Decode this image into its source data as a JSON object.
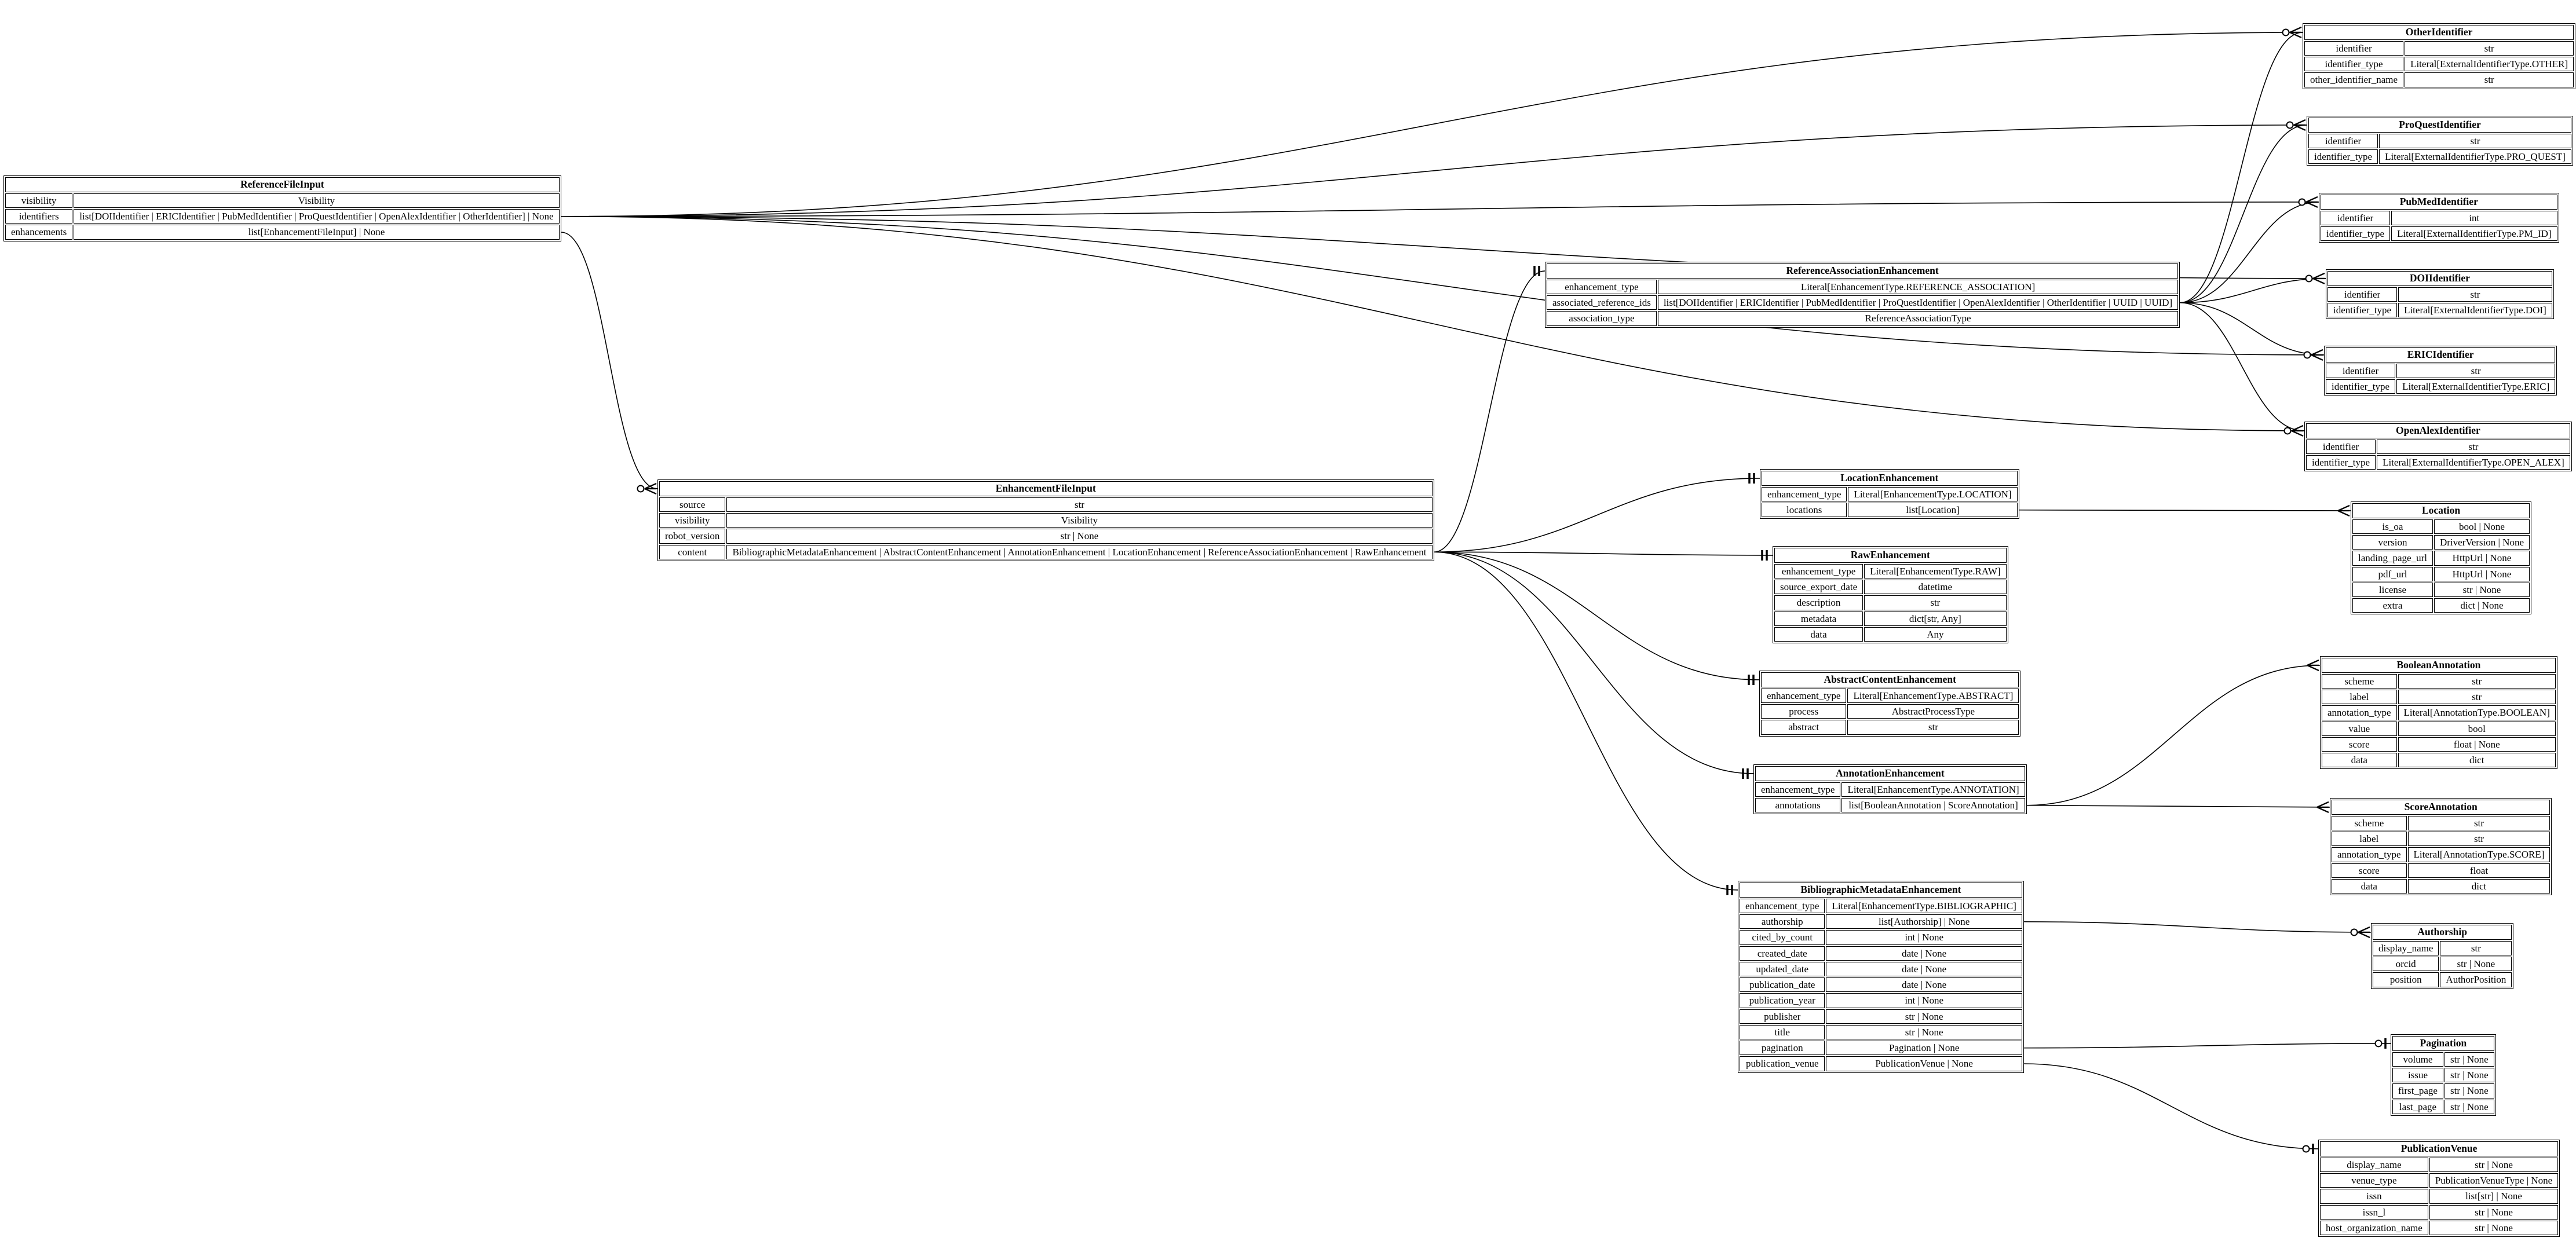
{
  "diagram": {
    "type": "entity-relationship",
    "line_color": "#000000",
    "background_color": "#ffffff",
    "entities": [
      {
        "name": "ReferenceFileInput",
        "fields": [
          {
            "name": "visibility",
            "type": "Visibility"
          },
          {
            "name": "identifiers",
            "type": "list[DOIIdentifier | ERICIdentifier | PubMedIdentifier | ProQuestIdentifier | OpenAlexIdentifier | OtherIdentifier] | None"
          },
          {
            "name": "enhancements",
            "type": "list[EnhancementFileInput] | None"
          }
        ]
      },
      {
        "name": "EnhancementFileInput",
        "fields": [
          {
            "name": "source",
            "type": "str"
          },
          {
            "name": "visibility",
            "type": "Visibility"
          },
          {
            "name": "robot_version",
            "type": "str | None"
          },
          {
            "name": "content",
            "type": "BibliographicMetadataEnhancement | AbstractContentEnhancement | AnnotationEnhancement | LocationEnhancement | ReferenceAssociationEnhancement | RawEnhancement"
          }
        ]
      },
      {
        "name": "ReferenceAssociationEnhancement",
        "fields": [
          {
            "name": "enhancement_type",
            "type": "Literal[EnhancementType.REFERENCE_ASSOCIATION]"
          },
          {
            "name": "associated_reference_ids",
            "type": "list[DOIIdentifier | ERICIdentifier | PubMedIdentifier | ProQuestIdentifier | OpenAlexIdentifier | OtherIdentifier | UUID | UUID]"
          },
          {
            "name": "association_type",
            "type": "ReferenceAssociationType"
          }
        ]
      },
      {
        "name": "OtherIdentifier",
        "fields": [
          {
            "name": "identifier",
            "type": "str"
          },
          {
            "name": "identifier_type",
            "type": "Literal[ExternalIdentifierType.OTHER]"
          },
          {
            "name": "other_identifier_name",
            "type": "str"
          }
        ]
      },
      {
        "name": "ProQuestIdentifier",
        "fields": [
          {
            "name": "identifier",
            "type": "str"
          },
          {
            "name": "identifier_type",
            "type": "Literal[ExternalIdentifierType.PRO_QUEST]"
          }
        ]
      },
      {
        "name": "PubMedIdentifier",
        "fields": [
          {
            "name": "identifier",
            "type": "int"
          },
          {
            "name": "identifier_type",
            "type": "Literal[ExternalIdentifierType.PM_ID]"
          }
        ]
      },
      {
        "name": "DOIIdentifier",
        "fields": [
          {
            "name": "identifier",
            "type": "str"
          },
          {
            "name": "identifier_type",
            "type": "Literal[ExternalIdentifierType.DOI]"
          }
        ]
      },
      {
        "name": "ERICIdentifier",
        "fields": [
          {
            "name": "identifier",
            "type": "str"
          },
          {
            "name": "identifier_type",
            "type": "Literal[ExternalIdentifierType.ERIC]"
          }
        ]
      },
      {
        "name": "OpenAlexIdentifier",
        "fields": [
          {
            "name": "identifier",
            "type": "str"
          },
          {
            "name": "identifier_type",
            "type": "Literal[ExternalIdentifierType.OPEN_ALEX]"
          }
        ]
      },
      {
        "name": "LocationEnhancement",
        "fields": [
          {
            "name": "enhancement_type",
            "type": "Literal[EnhancementType.LOCATION]"
          },
          {
            "name": "locations",
            "type": "list[Location]"
          }
        ]
      },
      {
        "name": "Location",
        "fields": [
          {
            "name": "is_oa",
            "type": "bool | None"
          },
          {
            "name": "version",
            "type": "DriverVersion | None"
          },
          {
            "name": "landing_page_url",
            "type": "HttpUrl | None"
          },
          {
            "name": "pdf_url",
            "type": "HttpUrl | None"
          },
          {
            "name": "license",
            "type": "str | None"
          },
          {
            "name": "extra",
            "type": "dict | None"
          }
        ]
      },
      {
        "name": "RawEnhancement",
        "fields": [
          {
            "name": "enhancement_type",
            "type": "Literal[EnhancementType.RAW]"
          },
          {
            "name": "source_export_date",
            "type": "datetime"
          },
          {
            "name": "description",
            "type": "str"
          },
          {
            "name": "metadata",
            "type": "dict[str, Any]"
          },
          {
            "name": "data",
            "type": "Any"
          }
        ]
      },
      {
        "name": "AbstractContentEnhancement",
        "fields": [
          {
            "name": "enhancement_type",
            "type": "Literal[EnhancementType.ABSTRACT]"
          },
          {
            "name": "process",
            "type": "AbstractProcessType"
          },
          {
            "name": "abstract",
            "type": "str"
          }
        ]
      },
      {
        "name": "AnnotationEnhancement",
        "fields": [
          {
            "name": "enhancement_type",
            "type": "Literal[EnhancementType.ANNOTATION]"
          },
          {
            "name": "annotations",
            "type": "list[BooleanAnnotation | ScoreAnnotation]"
          }
        ]
      },
      {
        "name": "BooleanAnnotation",
        "fields": [
          {
            "name": "scheme",
            "type": "str"
          },
          {
            "name": "label",
            "type": "str"
          },
          {
            "name": "annotation_type",
            "type": "Literal[AnnotationType.BOOLEAN]"
          },
          {
            "name": "value",
            "type": "bool"
          },
          {
            "name": "score",
            "type": "float | None"
          },
          {
            "name": "data",
            "type": "dict"
          }
        ]
      },
      {
        "name": "ScoreAnnotation",
        "fields": [
          {
            "name": "scheme",
            "type": "str"
          },
          {
            "name": "label",
            "type": "str"
          },
          {
            "name": "annotation_type",
            "type": "Literal[AnnotationType.SCORE]"
          },
          {
            "name": "score",
            "type": "float"
          },
          {
            "name": "data",
            "type": "dict"
          }
        ]
      },
      {
        "name": "BibliographicMetadataEnhancement",
        "fields": [
          {
            "name": "enhancement_type",
            "type": "Literal[EnhancementType.BIBLIOGRAPHIC]"
          },
          {
            "name": "authorship",
            "type": "list[Authorship] | None"
          },
          {
            "name": "cited_by_count",
            "type": "int | None"
          },
          {
            "name": "created_date",
            "type": "date | None"
          },
          {
            "name": "updated_date",
            "type": "date | None"
          },
          {
            "name": "publication_date",
            "type": "date | None"
          },
          {
            "name": "publication_year",
            "type": "int | None"
          },
          {
            "name": "publisher",
            "type": "str | None"
          },
          {
            "name": "title",
            "type": "str | None"
          },
          {
            "name": "pagination",
            "type": "Pagination | None"
          },
          {
            "name": "publication_venue",
            "type": "PublicationVenue | None"
          }
        ]
      },
      {
        "name": "Authorship",
        "fields": [
          {
            "name": "display_name",
            "type": "str"
          },
          {
            "name": "orcid",
            "type": "str | None"
          },
          {
            "name": "position",
            "type": "AuthorPosition"
          }
        ]
      },
      {
        "name": "Pagination",
        "fields": [
          {
            "name": "volume",
            "type": "str | None"
          },
          {
            "name": "issue",
            "type": "str | None"
          },
          {
            "name": "first_page",
            "type": "str | None"
          },
          {
            "name": "last_page",
            "type": "str | None"
          }
        ]
      },
      {
        "name": "PublicationVenue",
        "fields": [
          {
            "name": "display_name",
            "type": "str | None"
          },
          {
            "name": "venue_type",
            "type": "PublicationVenueType | None"
          },
          {
            "name": "issn",
            "type": "list[str] | None"
          },
          {
            "name": "issn_l",
            "type": "str | None"
          },
          {
            "name": "host_organization_name",
            "type": "str | None"
          }
        ]
      }
    ],
    "relationships": [
      {
        "from": "ReferenceFileInput",
        "field": "identifiers",
        "to": "DOIIdentifier",
        "cardinality": "zero-or-many"
      },
      {
        "from": "ReferenceFileInput",
        "field": "identifiers",
        "to": "ERICIdentifier",
        "cardinality": "zero-or-many"
      },
      {
        "from": "ReferenceFileInput",
        "field": "identifiers",
        "to": "PubMedIdentifier",
        "cardinality": "zero-or-many"
      },
      {
        "from": "ReferenceFileInput",
        "field": "identifiers",
        "to": "ProQuestIdentifier",
        "cardinality": "zero-or-many"
      },
      {
        "from": "ReferenceFileInput",
        "field": "identifiers",
        "to": "OpenAlexIdentifier",
        "cardinality": "zero-or-many"
      },
      {
        "from": "ReferenceFileInput",
        "field": "identifiers",
        "to": "OtherIdentifier",
        "cardinality": "zero-or-many"
      },
      {
        "from": "ReferenceFileInput",
        "field": "enhancements",
        "to": "EnhancementFileInput",
        "cardinality": "zero-or-many"
      },
      {
        "from": "EnhancementFileInput",
        "field": "content",
        "to": "ReferenceAssociationEnhancement",
        "cardinality": "one"
      },
      {
        "from": "EnhancementFileInput",
        "field": "content",
        "to": "LocationEnhancement",
        "cardinality": "one"
      },
      {
        "from": "EnhancementFileInput",
        "field": "content",
        "to": "RawEnhancement",
        "cardinality": "one"
      },
      {
        "from": "EnhancementFileInput",
        "field": "content",
        "to": "AbstractContentEnhancement",
        "cardinality": "one"
      },
      {
        "from": "EnhancementFileInput",
        "field": "content",
        "to": "AnnotationEnhancement",
        "cardinality": "one"
      },
      {
        "from": "EnhancementFileInput",
        "field": "content",
        "to": "BibliographicMetadataEnhancement",
        "cardinality": "one"
      },
      {
        "from": "ReferenceAssociationEnhancement",
        "field": "associated_reference_ids",
        "to": "DOIIdentifier",
        "cardinality": "zero-or-many"
      },
      {
        "from": "ReferenceAssociationEnhancement",
        "field": "associated_reference_ids",
        "to": "ERICIdentifier",
        "cardinality": "zero-or-many"
      },
      {
        "from": "ReferenceAssociationEnhancement",
        "field": "associated_reference_ids",
        "to": "PubMedIdentifier",
        "cardinality": "zero-or-many"
      },
      {
        "from": "ReferenceAssociationEnhancement",
        "field": "associated_reference_ids",
        "to": "ProQuestIdentifier",
        "cardinality": "zero-or-many"
      },
      {
        "from": "ReferenceAssociationEnhancement",
        "field": "associated_reference_ids",
        "to": "OpenAlexIdentifier",
        "cardinality": "zero-or-many"
      },
      {
        "from": "ReferenceAssociationEnhancement",
        "field": "associated_reference_ids",
        "to": "OtherIdentifier",
        "cardinality": "zero-or-many"
      },
      {
        "from": "LocationEnhancement",
        "field": "locations",
        "to": "Location",
        "cardinality": "many"
      },
      {
        "from": "AnnotationEnhancement",
        "field": "annotations",
        "to": "BooleanAnnotation",
        "cardinality": "many"
      },
      {
        "from": "AnnotationEnhancement",
        "field": "annotations",
        "to": "ScoreAnnotation",
        "cardinality": "many"
      },
      {
        "from": "BibliographicMetadataEnhancement",
        "field": "authorship",
        "to": "Authorship",
        "cardinality": "zero-or-many"
      },
      {
        "from": "BibliographicMetadataEnhancement",
        "field": "pagination",
        "to": "Pagination",
        "cardinality": "zero-or-one"
      },
      {
        "from": "BibliographicMetadataEnhancement",
        "field": "publication_venue",
        "to": "PublicationVenue",
        "cardinality": "zero-or-one"
      }
    ]
  }
}
